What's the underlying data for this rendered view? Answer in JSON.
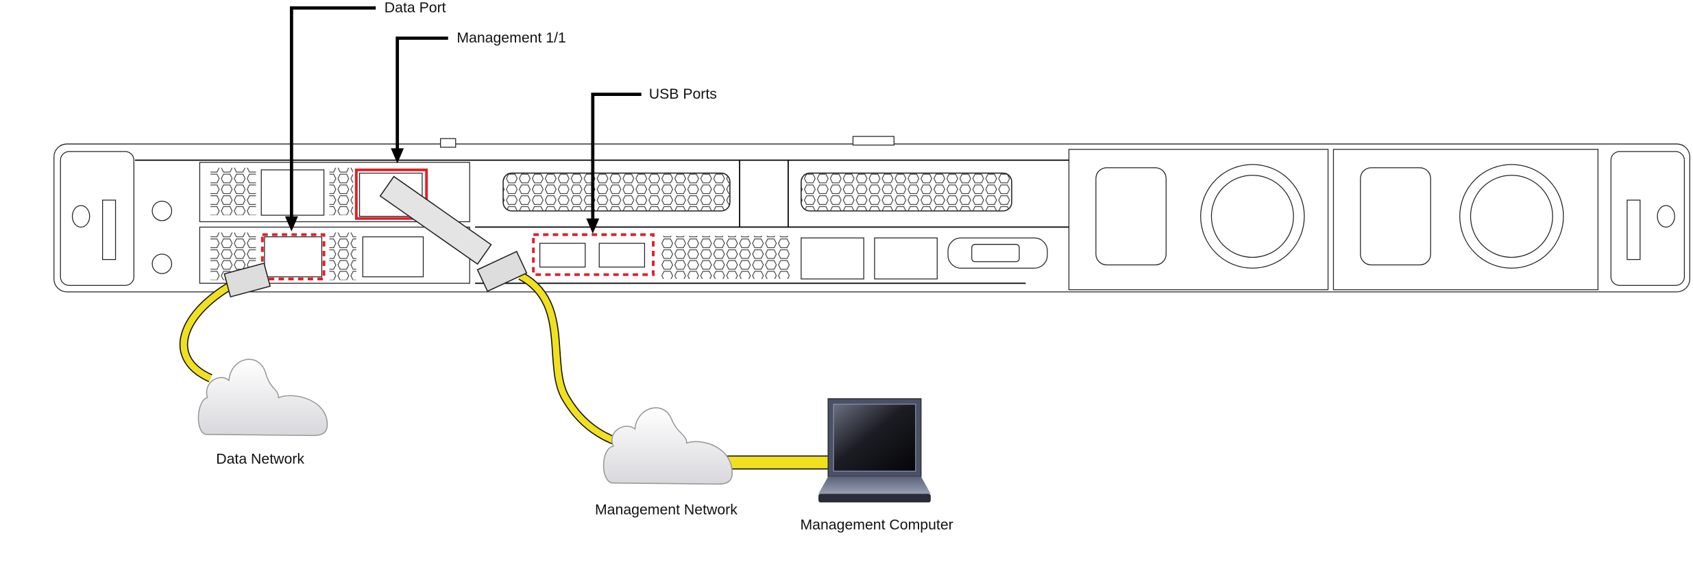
{
  "callouts": {
    "data_port": "Data Port",
    "management": "Management 1/1",
    "usb": "USB Ports"
  },
  "nodes": {
    "data_network": "Data Network",
    "management_network": "Management Network",
    "management_computer": "Management Computer"
  },
  "colors": {
    "cable": "#f0e020",
    "highlight": "#e0202a",
    "laptop": "#4a5068"
  }
}
